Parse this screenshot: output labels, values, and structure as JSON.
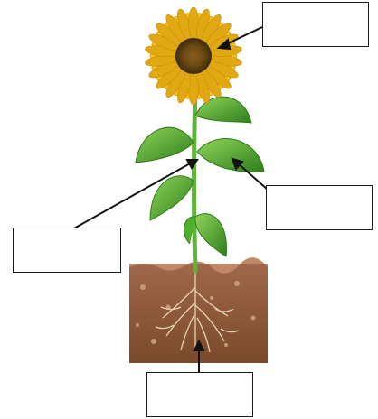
{
  "diagram": {
    "subject": "sunflower-plant",
    "labels": [
      {
        "id": "flower",
        "text": ""
      },
      {
        "id": "leaf",
        "text": ""
      },
      {
        "id": "stem",
        "text": ""
      },
      {
        "id": "root",
        "text": ""
      }
    ],
    "colors": {
      "petal": "#f7c21a",
      "flower_center": "#6b4a14",
      "leaf": "#4fae2e",
      "leaf_dark": "#2f7d1c",
      "stem": "#5fb53a",
      "soil": "#8b5a36",
      "soil_top": "#a0684a",
      "root": "#e8d2b4",
      "arrow": "#111111"
    }
  }
}
